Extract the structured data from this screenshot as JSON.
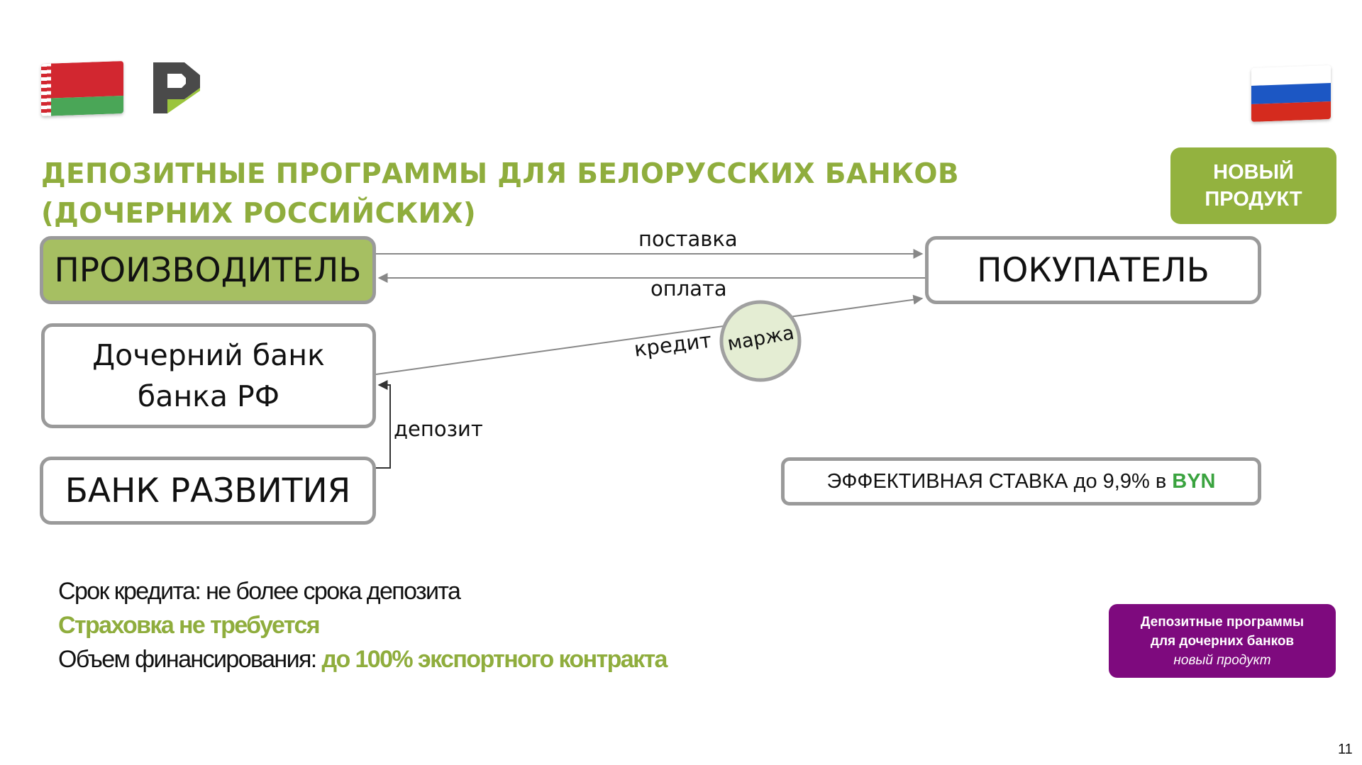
{
  "slide": {
    "title_line1": "ДЕПОЗИТНЫЕ ПРОГРАММЫ ДЛЯ БЕЛОРУССКИХ БАНКОВ",
    "title_line2": "(ДОЧЕРНИХ РОССИЙСКИХ)",
    "new_badge_line1": "НОВЫЙ",
    "new_badge_line2": "ПРОДУКТ",
    "page_number": "11"
  },
  "flags": {
    "left": "belarus-flag",
    "right": "russia-flag"
  },
  "diagram": {
    "nodes": {
      "producer": "ПРОИЗВОДИТЕЛЬ",
      "buyer": "ПОКУПАТЕЛЬ",
      "subsidiary_bank_line1": "Дочерний банк",
      "subsidiary_bank_line2": "банка РФ",
      "development_bank": "БАНК РАЗВИТИЯ",
      "margin": "маржа"
    },
    "edges": {
      "supply": "поставка",
      "payment": "оплата",
      "credit": "кредит",
      "deposit": "депозит"
    },
    "rate_text": "ЭФФЕКТИВНАЯ СТАВКА до 9,9% в",
    "rate_currency": "BYN"
  },
  "notes": {
    "line1": "Срок кредита: не более срока депозита",
    "line2": "Страховка не требуется",
    "line3_prefix": "Объем финансирования:",
    "line3_highlight": "до 100% экспортного контракта"
  },
  "purple_badge": {
    "line1": "Депозитные программы",
    "line2": "для дочерних банков",
    "line3": "новый продукт"
  },
  "colors": {
    "accent_green": "#8fad3d",
    "producer_fill": "#a6bf62",
    "box_border": "#9a9a9a",
    "purple": "#7e0a7e",
    "byn_green": "#3aa33f"
  }
}
